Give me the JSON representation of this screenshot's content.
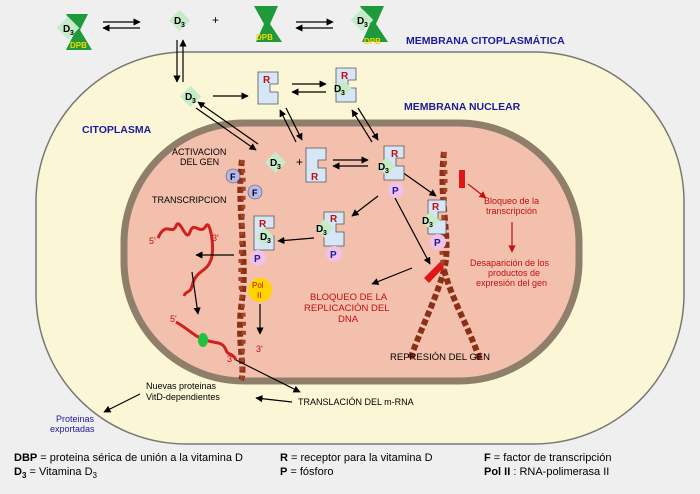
{
  "labels": {
    "membrana_citoplasmatica": "MEMBRANA CITOPLASMÁTICA",
    "membrana_nuclear": "MEMBRANA NUCLEAR",
    "citoplasma": "CITOPLASMA",
    "activacion_line1": "ACTIVACION",
    "activacion_line2": "DEL GEN",
    "transcripcion": "TRANSCRIPCION",
    "bloqueo_replicacion_l1": "BLOQUEO DE LA",
    "bloqueo_replicacion_l2": "REPLICACIÓN DEL",
    "bloqueo_replicacion_l3": "DNA",
    "represion": "REPRESIÓN DEL GEN",
    "bloqueo_transcripcion_l1": "Bloqueo de la",
    "bloqueo_transcripcion_l2": "transcripción",
    "desaparicion_l1": "Desaparición de los",
    "desaparicion_l2": "productos de",
    "desaparicion_l3": "expresión del gen",
    "nuevas_l1": "Nuevas proteinas",
    "nuevas_l2": "VitD-dependientes",
    "translacion": "TRANSLACIÓN DEL m-RNA",
    "proteinas_l1": "Proteinas",
    "proteinas_l2": "exportadas",
    "plus": "+",
    "prime5": "5'",
    "prime3": "3'"
  },
  "molecules": {
    "d3": "D",
    "d3_sub": "3",
    "dbp": "DPB",
    "r": "R",
    "p": "P",
    "f": "F",
    "pol_l1": "Pol",
    "pol_l2": "II"
  },
  "legend": {
    "dbp_key": "DBP",
    "dbp_text": " = proteina sérica de unión a la vitamina D",
    "d3_key": "D",
    "d3_sub": "3",
    "d3_text": "  = Vitamina D",
    "r_key": "R",
    "r_text": " = receptor para la vitamina D",
    "p_key": "P",
    "p_text": " = fósforo",
    "f_key": "F",
    "f_text": " = factor de transcripción",
    "pol_key": "Pol II",
    "pol_text": " : RNA-polimerasa II"
  },
  "colors": {
    "background": "#efefef",
    "cytoplasm": "#fbf7d6",
    "nucleus": "#f3c0ad",
    "d3_green": "#c6ebc8",
    "dbp_green": "#1f9a3a",
    "receptor_blue": "#d6e6f7",
    "phosphate_pink": "#f0c2e6",
    "factor_purple": "#b7b8ef",
    "polII_yellow": "#ffd400",
    "dna_brown": "#8b2f16",
    "label_blue": "#1b1b9c",
    "label_red": "#c01010",
    "mrna_red": "#d02020"
  }
}
